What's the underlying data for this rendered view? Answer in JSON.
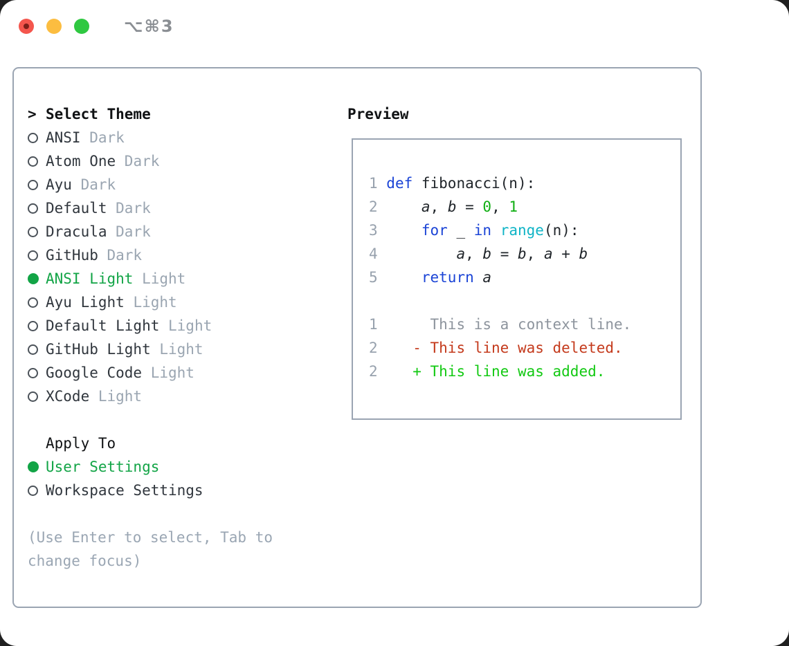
{
  "titlebar": {
    "title": "⌥⌘3"
  },
  "theme_list": {
    "cursor": ">",
    "title": "Select Theme",
    "items": [
      {
        "label": "ANSI",
        "tag": "Dark",
        "selected": false
      },
      {
        "label": "Atom One",
        "tag": "Dark",
        "selected": false
      },
      {
        "label": "Ayu",
        "tag": "Dark",
        "selected": false
      },
      {
        "label": "Default",
        "tag": "Dark",
        "selected": false
      },
      {
        "label": "Dracula",
        "tag": "Dark",
        "selected": false
      },
      {
        "label": "GitHub",
        "tag": "Dark",
        "selected": false
      },
      {
        "label": "ANSI Light",
        "tag": "Light",
        "selected": true
      },
      {
        "label": "Ayu Light",
        "tag": "Light",
        "selected": false
      },
      {
        "label": "Default Light",
        "tag": "Light",
        "selected": false
      },
      {
        "label": "GitHub Light",
        "tag": "Light",
        "selected": false
      },
      {
        "label": "Google Code",
        "tag": "Light",
        "selected": false
      },
      {
        "label": "XCode",
        "tag": "Light",
        "selected": false
      }
    ]
  },
  "apply_to": {
    "title": "Apply To",
    "items": [
      {
        "label": "User Settings",
        "selected": true
      },
      {
        "label": "Workspace Settings",
        "selected": false
      }
    ]
  },
  "hint": {
    "line1": "(Use Enter to select, Tab to",
    "line2": "change focus)"
  },
  "preview": {
    "title": "Preview",
    "lines": [
      {
        "kind": "code",
        "num": "1",
        "tokens": [
          {
            "style": "keyword",
            "text": "def"
          },
          {
            "style": "plain",
            "text": " fibonacci(n):"
          }
        ]
      },
      {
        "kind": "code",
        "num": "2",
        "tokens": [
          {
            "style": "plain",
            "text": "    "
          },
          {
            "style": "var",
            "text": "a"
          },
          {
            "style": "plain",
            "text": ", "
          },
          {
            "style": "var",
            "text": "b"
          },
          {
            "style": "plain",
            "text": " = "
          },
          {
            "style": "number",
            "text": "0"
          },
          {
            "style": "plain",
            "text": ", "
          },
          {
            "style": "number",
            "text": "1"
          }
        ]
      },
      {
        "kind": "code",
        "num": "3",
        "tokens": [
          {
            "style": "plain",
            "text": "    "
          },
          {
            "style": "keyword",
            "text": "for"
          },
          {
            "style": "plain",
            "text": " _ "
          },
          {
            "style": "keyword",
            "text": "in"
          },
          {
            "style": "plain",
            "text": " "
          },
          {
            "style": "builtin",
            "text": "range"
          },
          {
            "style": "plain",
            "text": "(n):"
          }
        ]
      },
      {
        "kind": "code",
        "num": "4",
        "tokens": [
          {
            "style": "plain",
            "text": "        "
          },
          {
            "style": "var",
            "text": "a"
          },
          {
            "style": "plain",
            "text": ", "
          },
          {
            "style": "var",
            "text": "b"
          },
          {
            "style": "plain",
            "text": " = "
          },
          {
            "style": "var",
            "text": "b"
          },
          {
            "style": "plain",
            "text": ", "
          },
          {
            "style": "var",
            "text": "a"
          },
          {
            "style": "plain",
            "text": " + "
          },
          {
            "style": "var",
            "text": "b"
          }
        ]
      },
      {
        "kind": "code",
        "num": "5",
        "tokens": [
          {
            "style": "plain",
            "text": "    "
          },
          {
            "style": "keyword",
            "text": "return"
          },
          {
            "style": "plain",
            "text": " "
          },
          {
            "style": "var",
            "text": "a"
          }
        ]
      },
      {
        "kind": "blank",
        "num": "",
        "tokens": []
      },
      {
        "kind": "diff-context",
        "num": "1",
        "tokens": [
          {
            "style": "context",
            "text": "     This is a context line."
          }
        ]
      },
      {
        "kind": "diff-deleted",
        "num": "2",
        "tokens": [
          {
            "style": "plain",
            "text": "   "
          },
          {
            "style": "deleted",
            "text": "- This line was deleted."
          }
        ]
      },
      {
        "kind": "diff-added",
        "num": "2",
        "tokens": [
          {
            "style": "plain",
            "text": "   "
          },
          {
            "style": "added",
            "text": "+ This line was added."
          }
        ]
      }
    ]
  },
  "colors": {
    "accent_green": "#12a446",
    "keyword_blue": "#1b44d6",
    "builtin_cyan": "#0fb4c6",
    "number_green": "#0fae12",
    "deleted_red": "#c43a1c",
    "added_green": "#12c912",
    "plain_code": "#1f2429",
    "context_gray": "#8d949d",
    "line_number": "#97a1ad",
    "text_dark": "#30363d",
    "tag_gray": "#9aa5b1",
    "hint_gray": "#9aa6b3",
    "radio_gray": "#4b5259",
    "border_gray": "#9aa4b2",
    "header_black": "#101214",
    "title_gray": "#8a8e93",
    "light_red": "#f4564d",
    "light_red_dot": "#7d1f18",
    "light_yellow": "#fcbd40",
    "light_green": "#2fc841"
  }
}
